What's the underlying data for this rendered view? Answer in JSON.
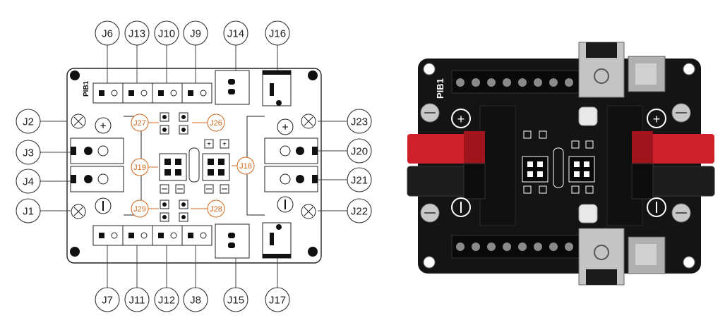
{
  "diagram": {
    "board_name": "PIB1",
    "left_side_labels": [
      "J2",
      "J3",
      "J4",
      "J1"
    ],
    "right_side_labels": [
      "J23",
      "J20",
      "J21",
      "J22"
    ],
    "top_labels": [
      "J6",
      "J13",
      "J10",
      "J9",
      "J14",
      "J16"
    ],
    "bottom_labels": [
      "J7",
      "J11",
      "J12",
      "J8",
      "J15",
      "J17"
    ],
    "inner_labels": [
      "J27",
      "J26",
      "J19",
      "J18",
      "J29",
      "J28"
    ],
    "plus_symbol": "+",
    "minus_symbol": "−"
  },
  "colors": {
    "board": "#141414",
    "silkscreen": "#ffffff",
    "red_jack": "#d0202a",
    "black_jack": "#1c1c1c",
    "metal": "#b9b9b9",
    "inner_label": "#d2691e"
  }
}
